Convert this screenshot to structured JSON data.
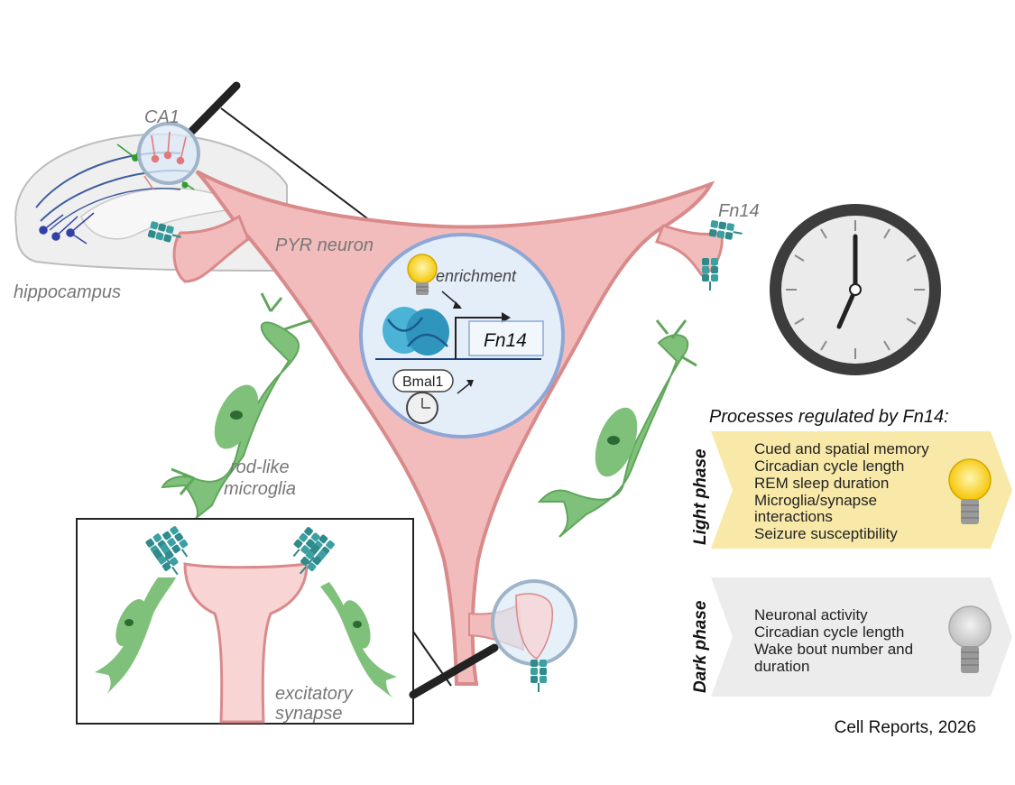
{
  "labels": {
    "ca1": "CA1",
    "hippocampus": "hippocampus",
    "pyr_neuron": "PYR neuron",
    "fn14_receptor": "Fn14",
    "enrichment": "enrichment",
    "fn14_gene": "Fn14",
    "bmal1": "Bmal1",
    "microglia_line1": "rod-like",
    "microglia_line2": "microglia",
    "synapse_line1": "excitatory",
    "synapse_line2": "synapse"
  },
  "processes": {
    "title": "Processes regulated by Fn14:",
    "light": {
      "label": "Light phase",
      "items": [
        "Cued and spatial memory",
        "Circadian cycle length",
        "REM sleep duration",
        "Microglia/synapse",
        "interactions",
        "Seizure susceptibility"
      ],
      "color": "#f8e9a8"
    },
    "dark": {
      "label": "Dark phase",
      "items": [
        "Neuronal activity",
        "Circadian cycle length",
        "Wake bout number and",
        "duration"
      ],
      "color": "#ececec"
    }
  },
  "citation": "Cell Reports, 2026",
  "colors": {
    "neuron_fill": "#f2bcbc",
    "neuron_stroke": "#d98a8a",
    "microglia": "#7fc17a",
    "receptor": "#2f8a8c",
    "nucleus_fill": "#e4eef9",
    "nucleus_stroke": "#8da7d6"
  },
  "icons": [
    "magnifier-icon",
    "clock-icon",
    "light-bulb-icon",
    "dna-nucleosome-icon",
    "receptor-icon"
  ]
}
